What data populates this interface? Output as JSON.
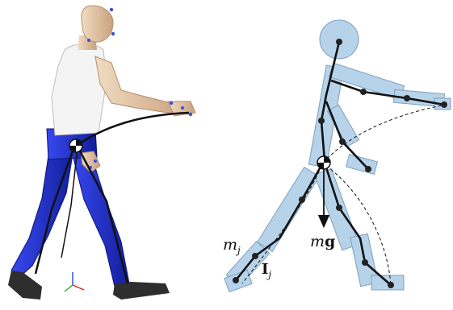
{
  "labels": {
    "segment_mass": {
      "symbol": "m",
      "subscript": "j"
    },
    "segment_inertia": {
      "symbol": "I",
      "subscript": "j"
    },
    "gravity_force": {
      "symbol": "m",
      "bold": "g"
    }
  },
  "colors": {
    "segment_fill": "#b7d3ea",
    "segment_stroke": "#7d9fbd",
    "skeleton": "#111111",
    "trousers": "#1f2fd0",
    "shirt": "#f2f2f2",
    "skin": "#e7c9a6",
    "shoe": "#2e2e2e",
    "marker": "#3a4ddc"
  },
  "icons": {
    "center_of_mass": "com-checker-icon",
    "gravity_arrow": "down-arrow-icon"
  }
}
